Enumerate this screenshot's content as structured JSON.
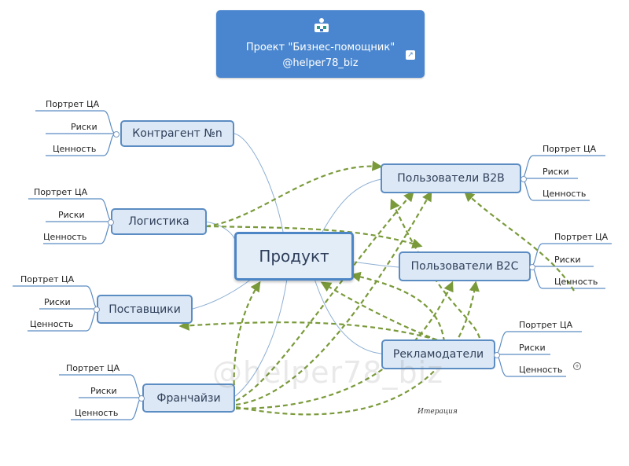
{
  "header": {
    "title_line1": "Проект \"Бизнес-помощник\"",
    "title_line2": "@helper78_biz"
  },
  "center": {
    "label": "Продукт"
  },
  "nodes": {
    "kontragent": {
      "label": "Контрагент №n"
    },
    "logistika": {
      "label": "Логистика"
    },
    "postavshchiki": {
      "label": "Поставщики"
    },
    "franchaizi": {
      "label": "Франчайзи"
    },
    "b2b": {
      "label": "Пользователи B2B"
    },
    "b2c": {
      "label": "Пользователи B2C"
    },
    "reklamodateli": {
      "label": "Рекламодатели"
    }
  },
  "sub_items": {
    "portret": "Портрет ЦА",
    "riski": "Риски",
    "cennost": "Ценность"
  },
  "watermark": "@helper78_biz",
  "caption": "Итерация",
  "colors": {
    "header_bg": "#4a86cf",
    "node_bg": "#dce8f5",
    "node_border": "#5b8cc2",
    "arrow": "#7a9a3a",
    "connector": "#8fb0d4"
  }
}
